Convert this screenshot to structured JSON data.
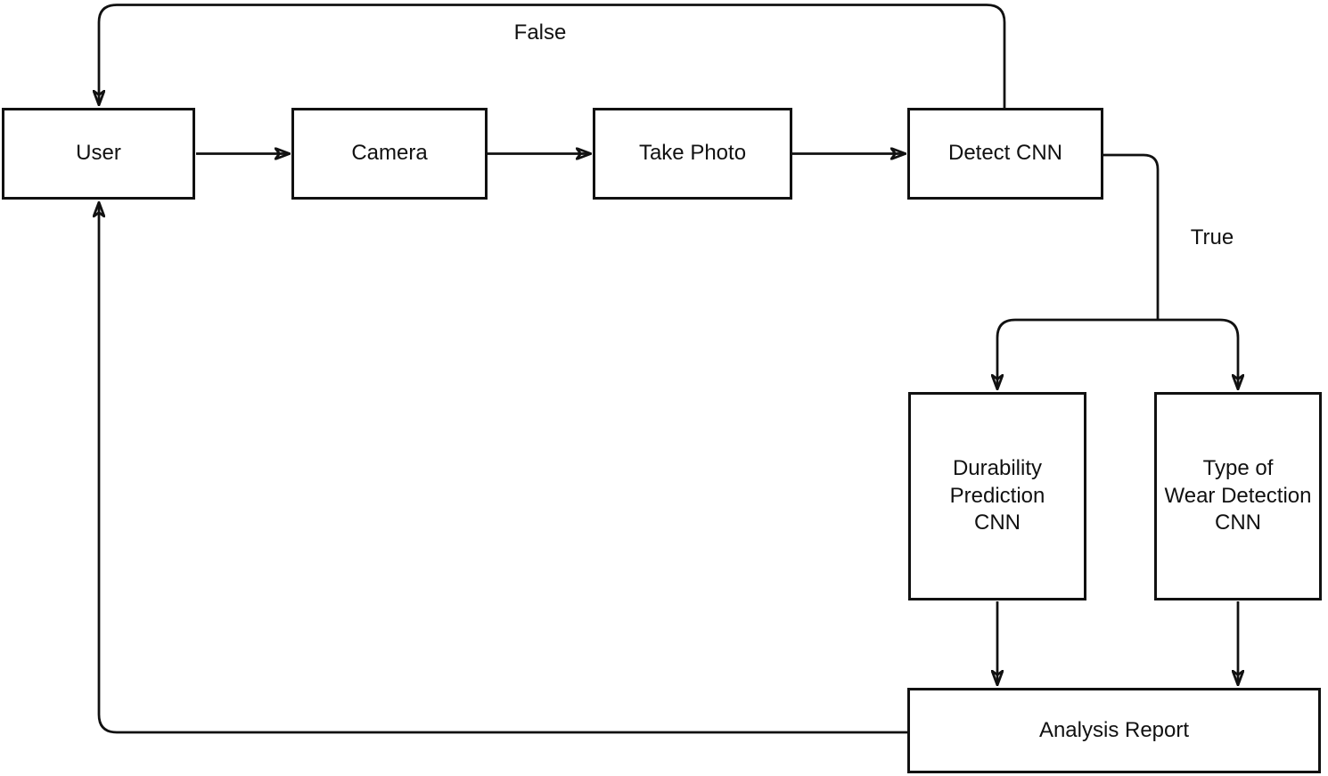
{
  "diagram": {
    "type": "flowchart",
    "background_color": "#ffffff",
    "stroke_color": "#111111",
    "nodes": {
      "user": {
        "label": "User"
      },
      "camera": {
        "label": "Camera"
      },
      "take_photo": {
        "label": "Take Photo"
      },
      "detect_cnn": {
        "label": "Detect CNN"
      },
      "durability_prediction_cnn": {
        "label": "Durability\nPrediction\nCNN"
      },
      "type_of_wear_detection_cnn": {
        "label": "Type of\nWear Detection\nCNN"
      },
      "analysis_report": {
        "label": "Analysis Report"
      }
    },
    "edges": [
      {
        "from": "user",
        "to": "camera",
        "label": ""
      },
      {
        "from": "camera",
        "to": "take_photo",
        "label": ""
      },
      {
        "from": "take_photo",
        "to": "detect_cnn",
        "label": ""
      },
      {
        "from": "detect_cnn",
        "to": "user",
        "label": "False"
      },
      {
        "from": "detect_cnn",
        "to": "durability_prediction_cnn",
        "label": "True"
      },
      {
        "from": "detect_cnn",
        "to": "type_of_wear_detection_cnn",
        "label": "True"
      },
      {
        "from": "durability_prediction_cnn",
        "to": "analysis_report",
        "label": ""
      },
      {
        "from": "type_of_wear_detection_cnn",
        "to": "analysis_report",
        "label": ""
      },
      {
        "from": "analysis_report",
        "to": "user",
        "label": ""
      }
    ]
  }
}
